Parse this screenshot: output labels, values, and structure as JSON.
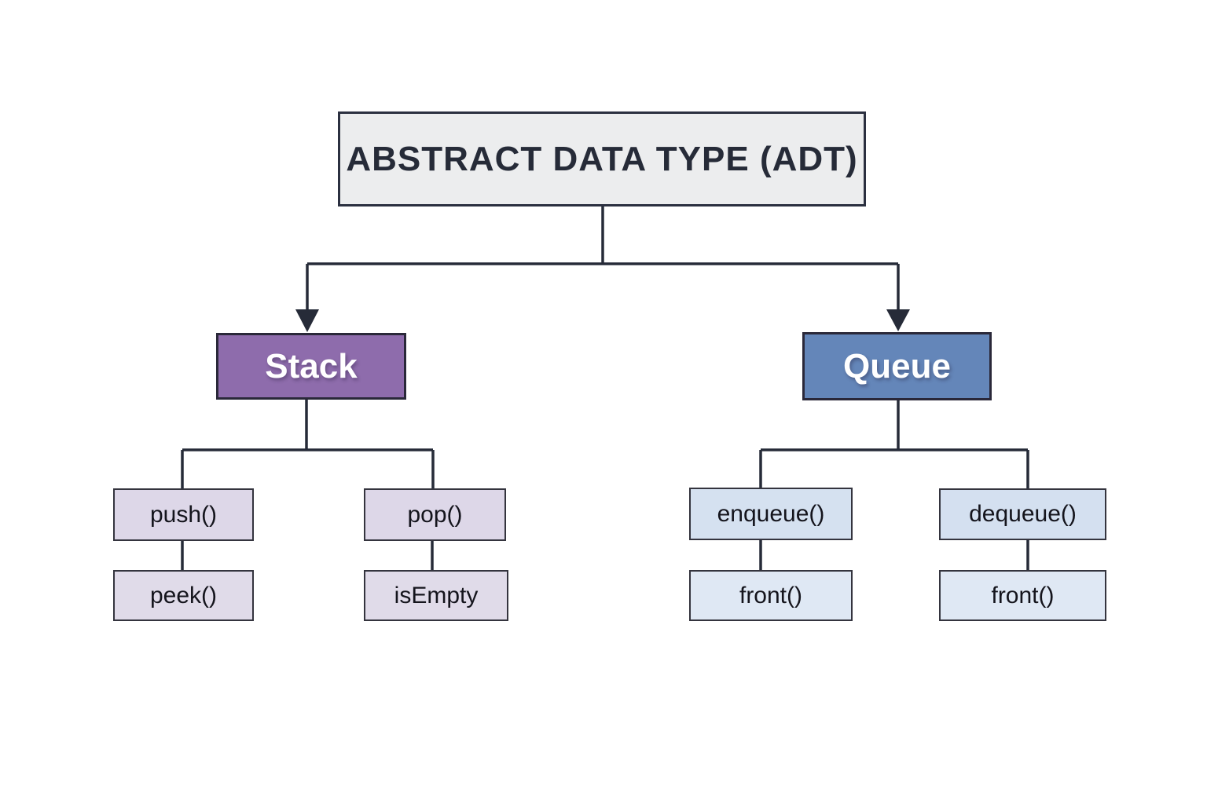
{
  "diagram": {
    "line_color": "#262b38",
    "root": {
      "label": "ABSTRACT DATA TYPE (ADT)",
      "fill": "#ecedee"
    },
    "branches": [
      {
        "label": "Stack",
        "fill": "#8e6cac",
        "children": [
          {
            "label": "push()",
            "fill": "#ddd7e8",
            "sub": {
              "label": "peek()",
              "fill": "#e0dbe9"
            }
          },
          {
            "label": "pop()",
            "fill": "#ddd7e8",
            "sub": {
              "label": "isEmpty",
              "fill": "#e0dbe9"
            }
          }
        ]
      },
      {
        "label": "Queue",
        "fill": "#6486b9",
        "children": [
          {
            "label": "enqueue()",
            "fill": "#d5e1f0",
            "sub": {
              "label": "front()",
              "fill": "#dfe8f4"
            }
          },
          {
            "label": "dequeue()",
            "fill": "#d4e0f0",
            "sub": {
              "label": "front()",
              "fill": "#dfe8f4"
            }
          }
        ]
      }
    ]
  }
}
